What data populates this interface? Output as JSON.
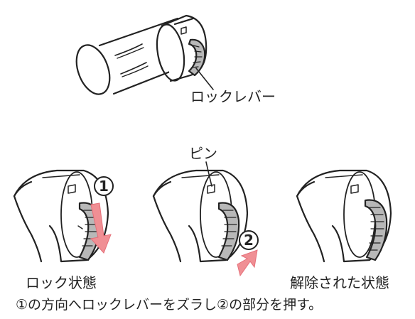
{
  "labels": {
    "lock_lever": "ロックレバー",
    "pin": "ピン",
    "locked_state": "ロック状態",
    "released_state": "解除された状態",
    "instruction": "①の方向へロックレバーをズラし②の部分を押す。"
  },
  "markers": {
    "step1": "1",
    "step2": "2"
  },
  "colors": {
    "line": "#222222",
    "arrow": "#f08f94",
    "lever_fill": "#b8b8b8",
    "background": "#ffffff"
  }
}
